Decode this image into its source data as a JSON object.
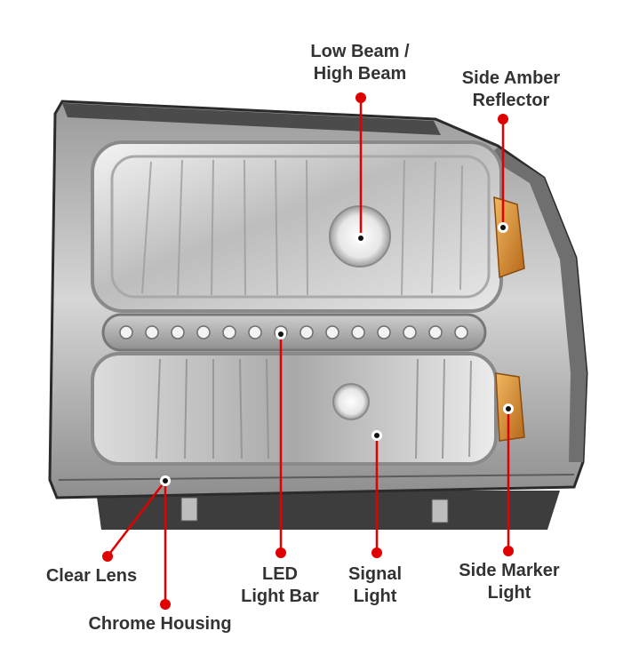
{
  "diagram": {
    "colors": {
      "callout_line": "#e00000",
      "callout_dot": "#e00000",
      "marker_ring": "#ffffff",
      "marker_core": "#111111",
      "label_text": "#333333",
      "amber": "#d98a2a"
    },
    "callouts": {
      "low_beam": {
        "line1": "Low Beam /",
        "line2": "High Beam"
      },
      "side_amber": {
        "line1": "Side Amber",
        "line2": "Reflector"
      },
      "clear_lens": {
        "line1": "Clear Lens"
      },
      "chrome_housing": {
        "line1": "Chrome Housing"
      },
      "led_bar": {
        "line1": "LED",
        "line2": "Light Bar"
      },
      "signal": {
        "line1": "Signal",
        "line2": "Light"
      },
      "side_marker": {
        "line1": "Side Marker",
        "line2": "Light"
      }
    }
  }
}
